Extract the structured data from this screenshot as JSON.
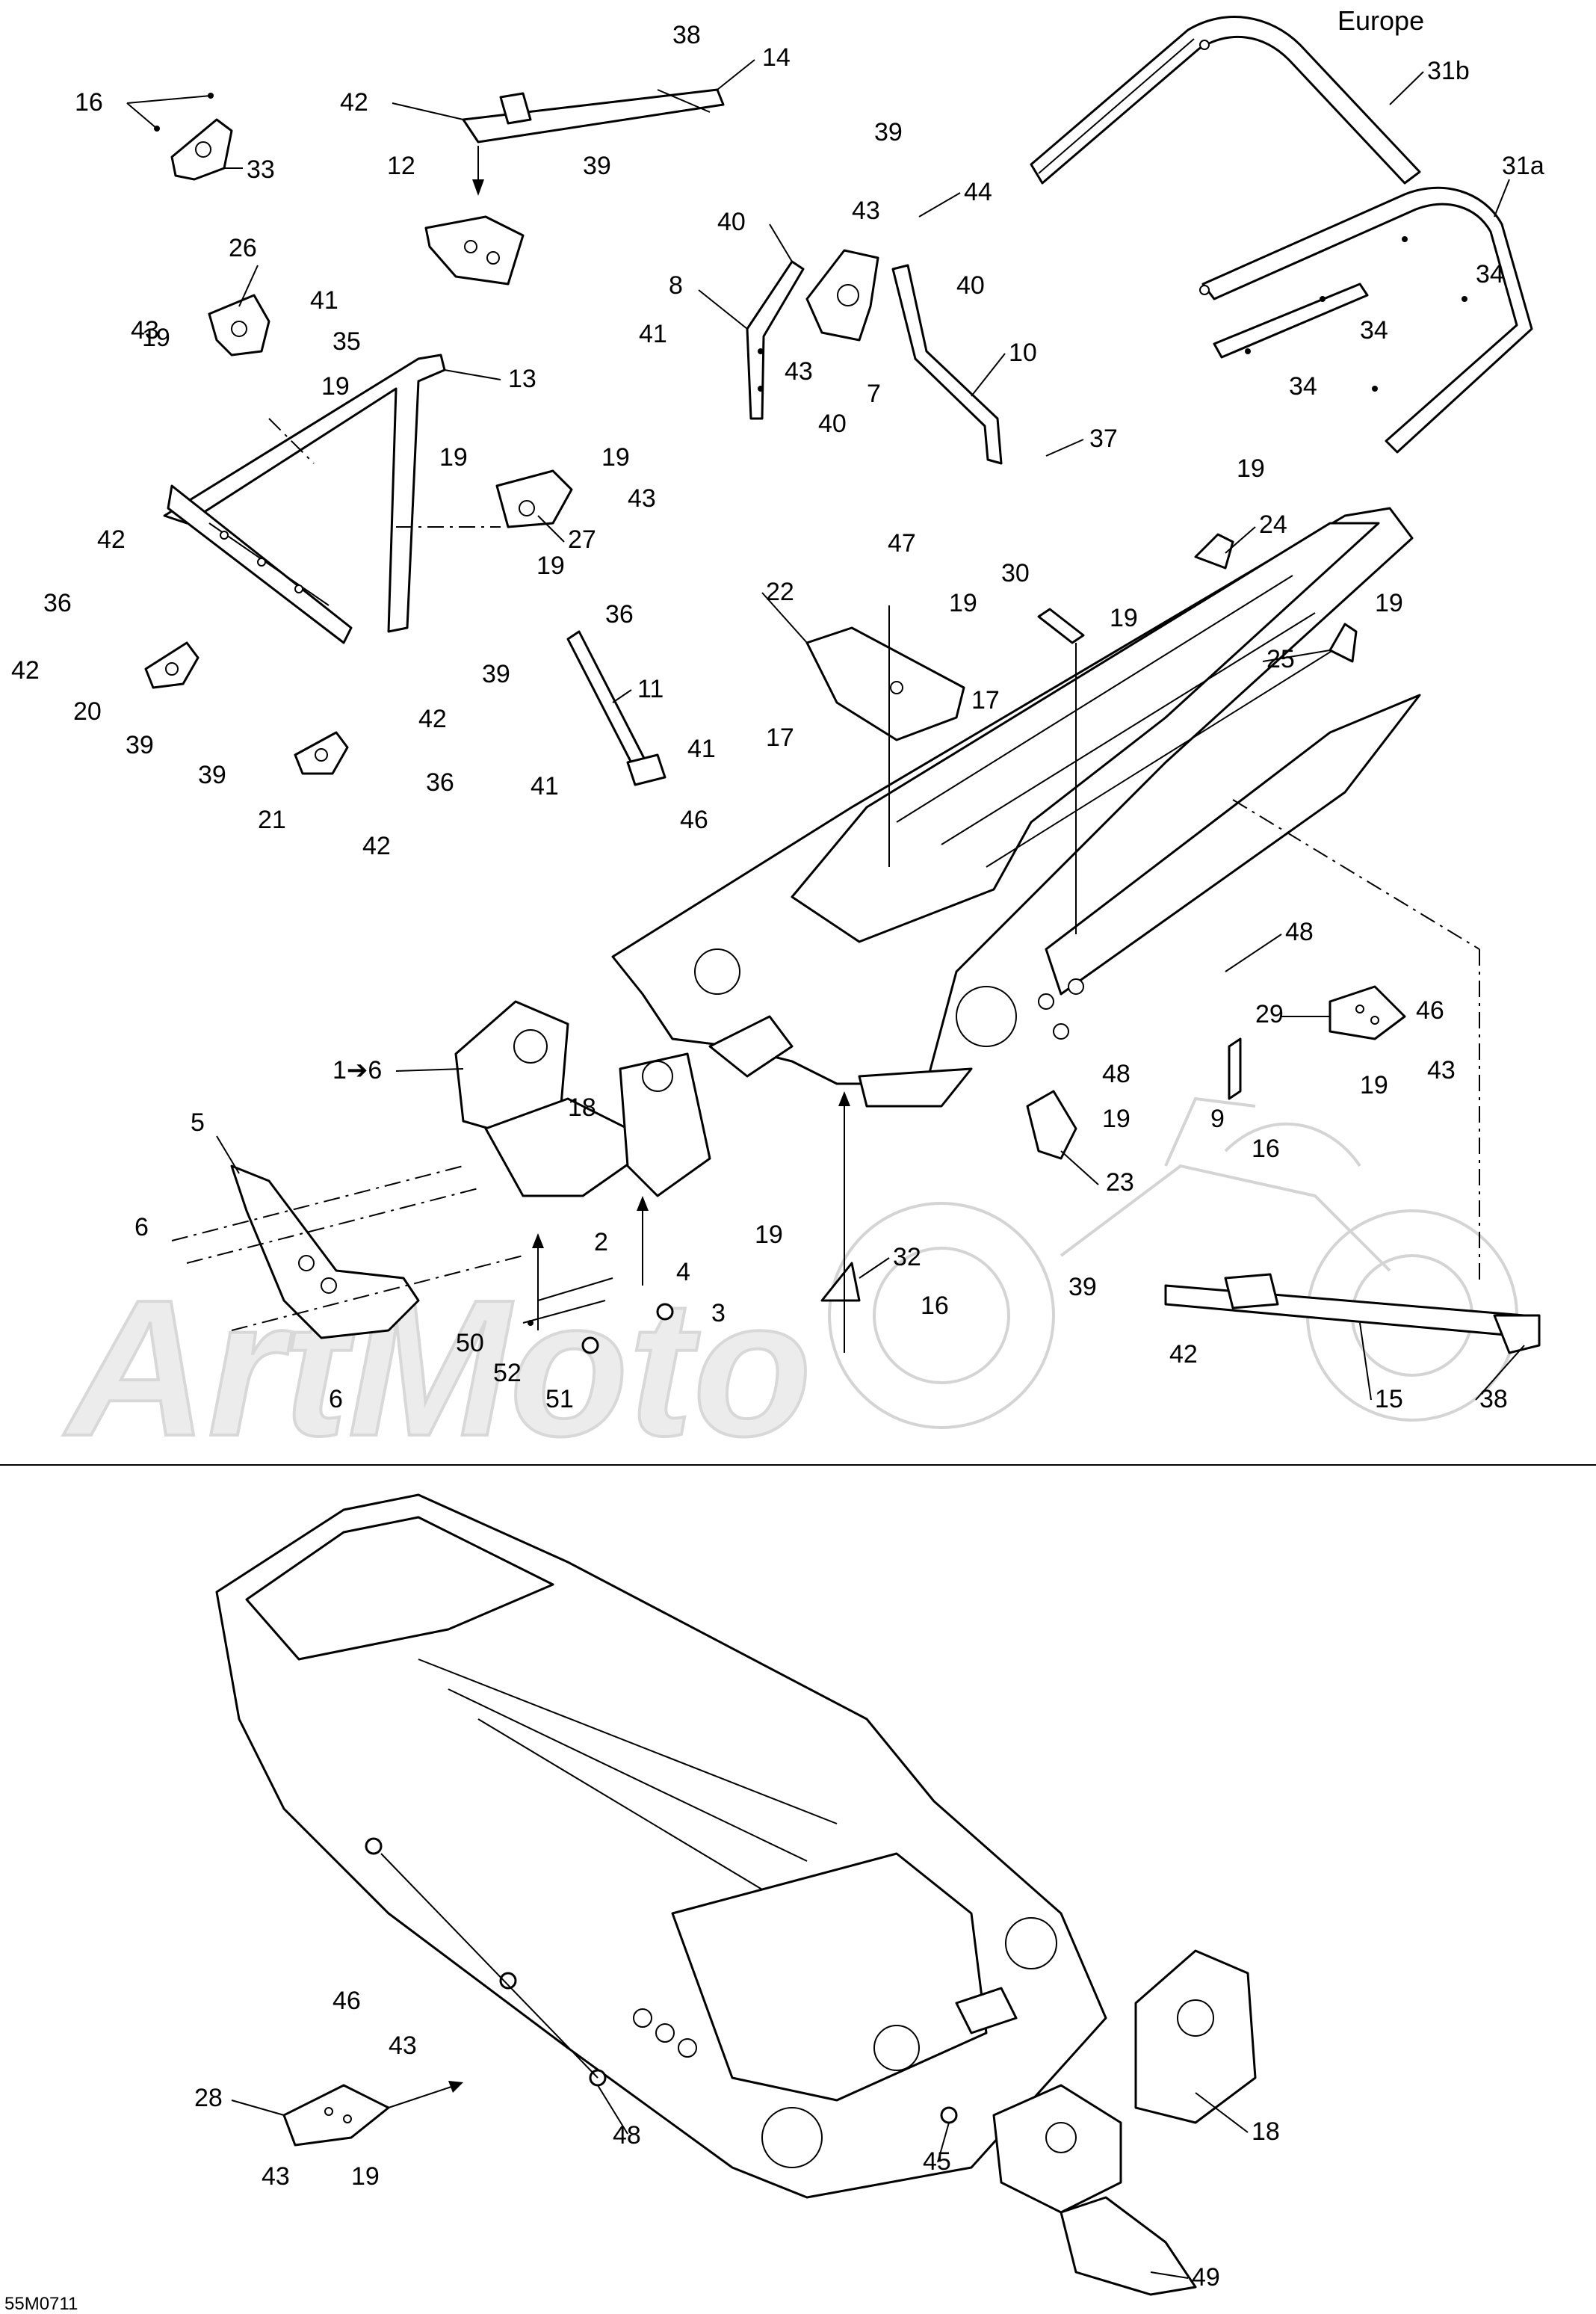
{
  "diagram": {
    "image_code": "55M0711",
    "region_label": "Europe",
    "watermark": "ArtMoto",
    "callouts": [
      {
        "id": "c-16a",
        "text": "16"
      },
      {
        "id": "c-33",
        "text": "33"
      },
      {
        "id": "c-38a",
        "text": "38"
      },
      {
        "id": "c-14",
        "text": "14"
      },
      {
        "id": "c-42a",
        "text": "42"
      },
      {
        "id": "c-39a",
        "text": "39"
      },
      {
        "id": "c-12",
        "text": "12"
      },
      {
        "id": "c-39b",
        "text": "39"
      },
      {
        "id": "c-40a",
        "text": "40"
      },
      {
        "id": "c-43a",
        "text": "43"
      },
      {
        "id": "c-44",
        "text": "44"
      },
      {
        "id": "c-8",
        "text": "8"
      },
      {
        "id": "c-40b",
        "text": "40"
      },
      {
        "id": "c-41a",
        "text": "41"
      },
      {
        "id": "c-43b",
        "text": "43"
      },
      {
        "id": "c-7",
        "text": "7"
      },
      {
        "id": "c-10",
        "text": "10"
      },
      {
        "id": "c-40c",
        "text": "40"
      },
      {
        "id": "c-37",
        "text": "37"
      },
      {
        "id": "c-31b",
        "text": "31b"
      },
      {
        "id": "c-31a",
        "text": "31a"
      },
      {
        "id": "c-34a",
        "text": "34"
      },
      {
        "id": "c-34b",
        "text": "34"
      },
      {
        "id": "c-34c",
        "text": "34"
      },
      {
        "id": "c-26",
        "text": "26"
      },
      {
        "id": "c-43c",
        "text": "43"
      },
      {
        "id": "c-41b",
        "text": "41"
      },
      {
        "id": "c-35",
        "text": "35"
      },
      {
        "id": "c-19a",
        "text": "19"
      },
      {
        "id": "c-19b",
        "text": "19"
      },
      {
        "id": "c-13",
        "text": "13"
      },
      {
        "id": "c-19c",
        "text": "19"
      },
      {
        "id": "c-19d",
        "text": "19"
      },
      {
        "id": "c-43d",
        "text": "43"
      },
      {
        "id": "c-27",
        "text": "27"
      },
      {
        "id": "c-19e",
        "text": "19"
      },
      {
        "id": "c-42b",
        "text": "42"
      },
      {
        "id": "c-36a",
        "text": "36"
      },
      {
        "id": "c-42c",
        "text": "42"
      },
      {
        "id": "c-20",
        "text": "20"
      },
      {
        "id": "c-39c",
        "text": "39"
      },
      {
        "id": "c-36b",
        "text": "36"
      },
      {
        "id": "c-39d",
        "text": "39"
      },
      {
        "id": "c-11",
        "text": "11"
      },
      {
        "id": "c-41c",
        "text": "41"
      },
      {
        "id": "c-41d",
        "text": "41"
      },
      {
        "id": "c-46a",
        "text": "46"
      },
      {
        "id": "c-42d",
        "text": "42"
      },
      {
        "id": "c-39e",
        "text": "39"
      },
      {
        "id": "c-36c",
        "text": "36"
      },
      {
        "id": "c-21",
        "text": "21"
      },
      {
        "id": "c-42e",
        "text": "42"
      },
      {
        "id": "c-47",
        "text": "47"
      },
      {
        "id": "c-30",
        "text": "30"
      },
      {
        "id": "c-22",
        "text": "22"
      },
      {
        "id": "c-19f",
        "text": "19"
      },
      {
        "id": "c-19g",
        "text": "19"
      },
      {
        "id": "c-17a",
        "text": "17"
      },
      {
        "id": "c-17b",
        "text": "17"
      },
      {
        "id": "c-19h",
        "text": "19"
      },
      {
        "id": "c-24",
        "text": "24"
      },
      {
        "id": "c-19i",
        "text": "19"
      },
      {
        "id": "c-25",
        "text": "25"
      },
      {
        "id": "c-48a",
        "text": "48"
      },
      {
        "id": "c-29",
        "text": "29"
      },
      {
        "id": "c-46b",
        "text": "46"
      },
      {
        "id": "c-43e",
        "text": "43"
      },
      {
        "id": "c-19j",
        "text": "19"
      },
      {
        "id": "c-48b",
        "text": "48"
      },
      {
        "id": "c-19k",
        "text": "19"
      },
      {
        "id": "c-9",
        "text": "9"
      },
      {
        "id": "c-16b",
        "text": "16"
      },
      {
        "id": "c-23",
        "text": "23"
      },
      {
        "id": "c-1to6",
        "text": "1➔6"
      },
      {
        "id": "c-18a",
        "text": "18"
      },
      {
        "id": "c-5",
        "text": "5"
      },
      {
        "id": "c-6a",
        "text": "6"
      },
      {
        "id": "c-19l",
        "text": "19"
      },
      {
        "id": "c-2",
        "text": "2"
      },
      {
        "id": "c-4",
        "text": "4"
      },
      {
        "id": "c-3",
        "text": "3"
      },
      {
        "id": "c-50",
        "text": "50"
      },
      {
        "id": "c-52",
        "text": "52"
      },
      {
        "id": "c-51",
        "text": "51"
      },
      {
        "id": "c-6b",
        "text": "6"
      },
      {
        "id": "c-32",
        "text": "32"
      },
      {
        "id": "c-16c",
        "text": "16"
      },
      {
        "id": "c-39f",
        "text": "39"
      },
      {
        "id": "c-42f",
        "text": "42"
      },
      {
        "id": "c-15",
        "text": "15"
      },
      {
        "id": "c-38b",
        "text": "38"
      },
      {
        "id": "c-46c",
        "text": "46"
      },
      {
        "id": "c-43f",
        "text": "43"
      },
      {
        "id": "c-28",
        "text": "28"
      },
      {
        "id": "c-43g",
        "text": "43"
      },
      {
        "id": "c-19m",
        "text": "19"
      },
      {
        "id": "c-48c",
        "text": "48"
      },
      {
        "id": "c-45",
        "text": "45"
      },
      {
        "id": "c-18b",
        "text": "18"
      },
      {
        "id": "c-49",
        "text": "49"
      }
    ]
  }
}
